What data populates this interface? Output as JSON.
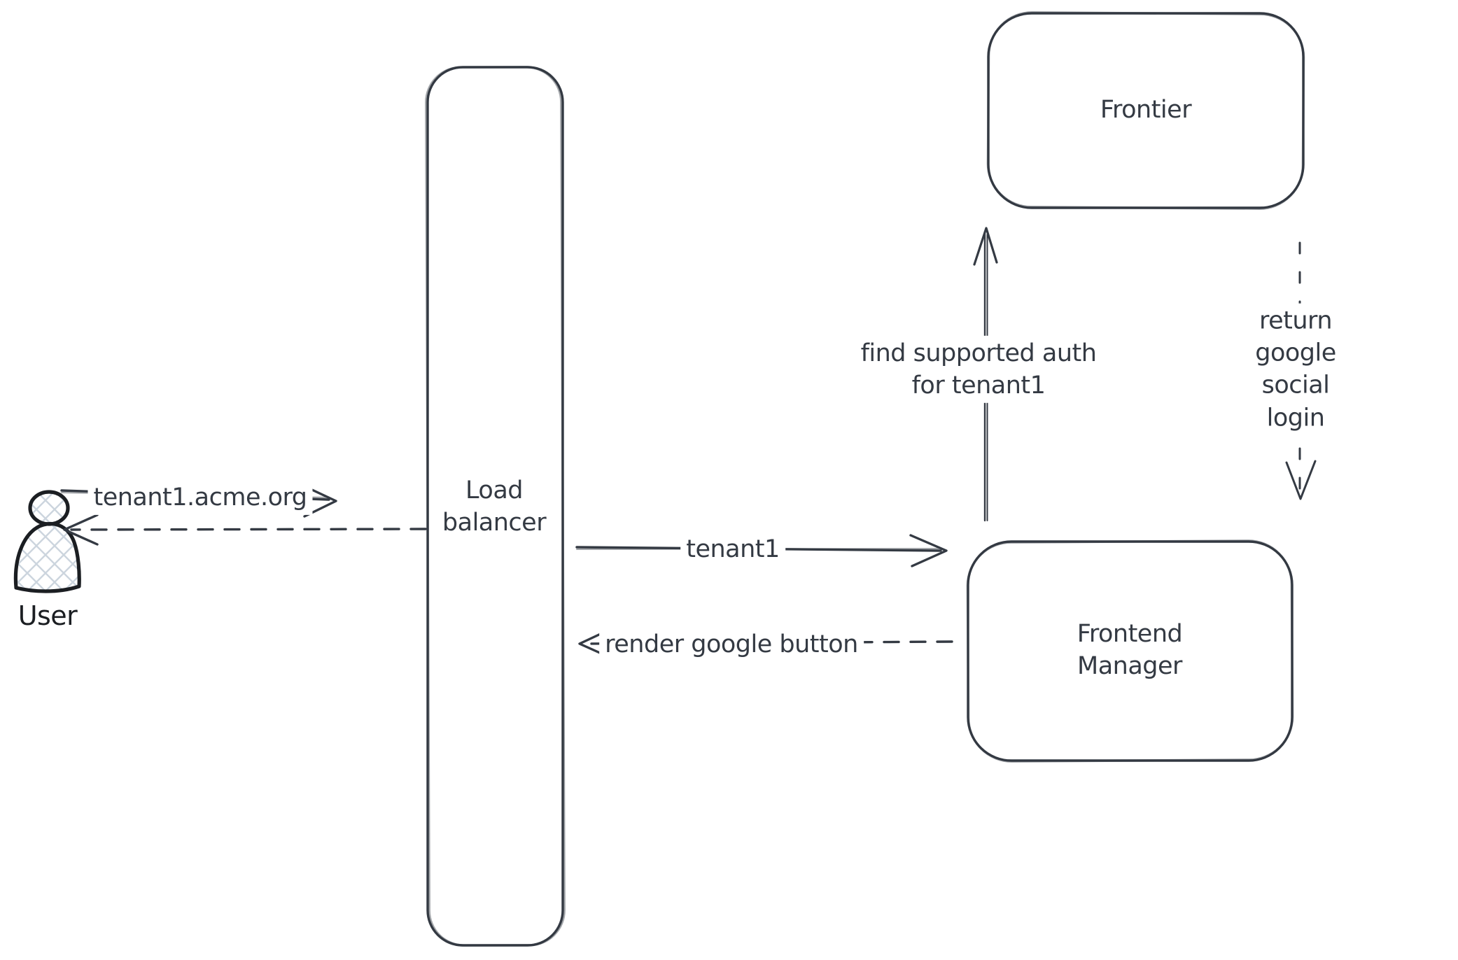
{
  "diagram": {
    "title": "tenant social login flow",
    "background_color": "#ffffff",
    "stroke_color": "#343a43",
    "actor_stroke_color": "#1b1e22",
    "actor_hatch_color": "#ccd5de",
    "nodes": {
      "user": {
        "label": "User",
        "type": "actor"
      },
      "load_balancer": {
        "label": "Load\nbalancer",
        "type": "box"
      },
      "frontier": {
        "label": "Frontier",
        "type": "box"
      },
      "frontend_manager": {
        "label": "Frontend\nManager",
        "type": "box"
      }
    },
    "edges": {
      "user_to_lb": {
        "label": "tenant1.acme.org",
        "style": "solid",
        "direction": "right"
      },
      "lb_to_user": {
        "label": "",
        "style": "dashed",
        "direction": "left"
      },
      "lb_to_fm": {
        "label": "tenant1",
        "style": "solid",
        "direction": "right"
      },
      "fm_to_lb": {
        "label": "render google button",
        "style": "dashed",
        "direction": "left"
      },
      "fm_to_frontier": {
        "label": "find supported auth\nfor tenant1",
        "style": "solid",
        "direction": "up"
      },
      "frontier_to_fm": {
        "label": "return google social\nlogin",
        "style": "dashed",
        "direction": "down"
      }
    }
  }
}
